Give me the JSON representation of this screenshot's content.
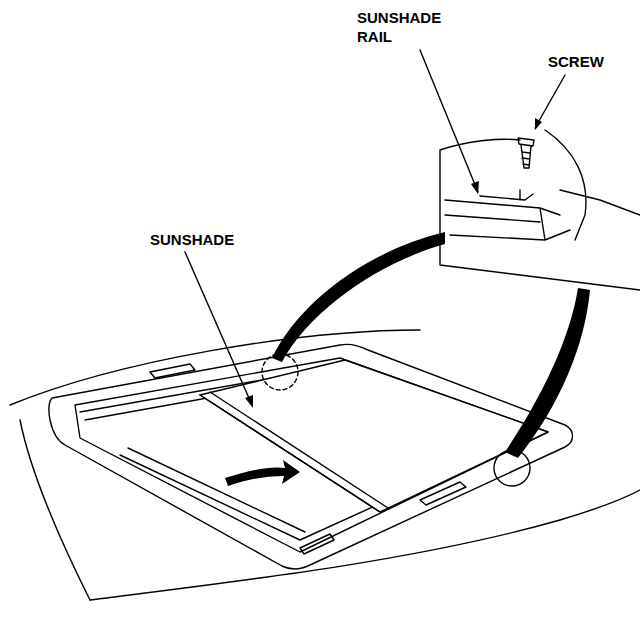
{
  "diagram": {
    "labels": [
      "SUNSHADE RAIL",
      "SCREW",
      "SUNSHADE"
    ]
  }
}
